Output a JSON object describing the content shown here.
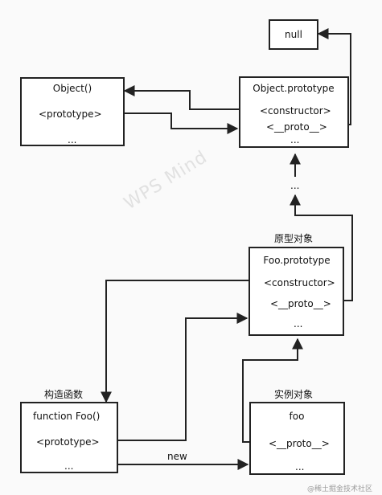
{
  "nodes": {
    "null_box": {
      "title": "null"
    },
    "object": {
      "title": "Object()",
      "prototype": "<prototype>",
      "more": "..."
    },
    "object_prototype": {
      "title": "Object.prototype",
      "constructor": "<constructor>",
      "proto": "<__proto__>",
      "more": "..."
    },
    "foo_prototype": {
      "title": "Foo.prototype",
      "constructor": "<constructor>",
      "proto": "<__proto__>",
      "more": "...",
      "caption": "原型对象"
    },
    "foo_function": {
      "title": "function Foo()",
      "prototype": "<prototype>",
      "more": "...",
      "caption": "构造函数"
    },
    "foo_instance": {
      "title": "foo",
      "proto": "<__proto__>",
      "more": "...",
      "caption": "实例对象"
    }
  },
  "chain_ellipsis": "...",
  "new_label": "new",
  "watermark": {
    "text": "WPS Mind"
  },
  "credit": "@稀土掘金技术社区"
}
